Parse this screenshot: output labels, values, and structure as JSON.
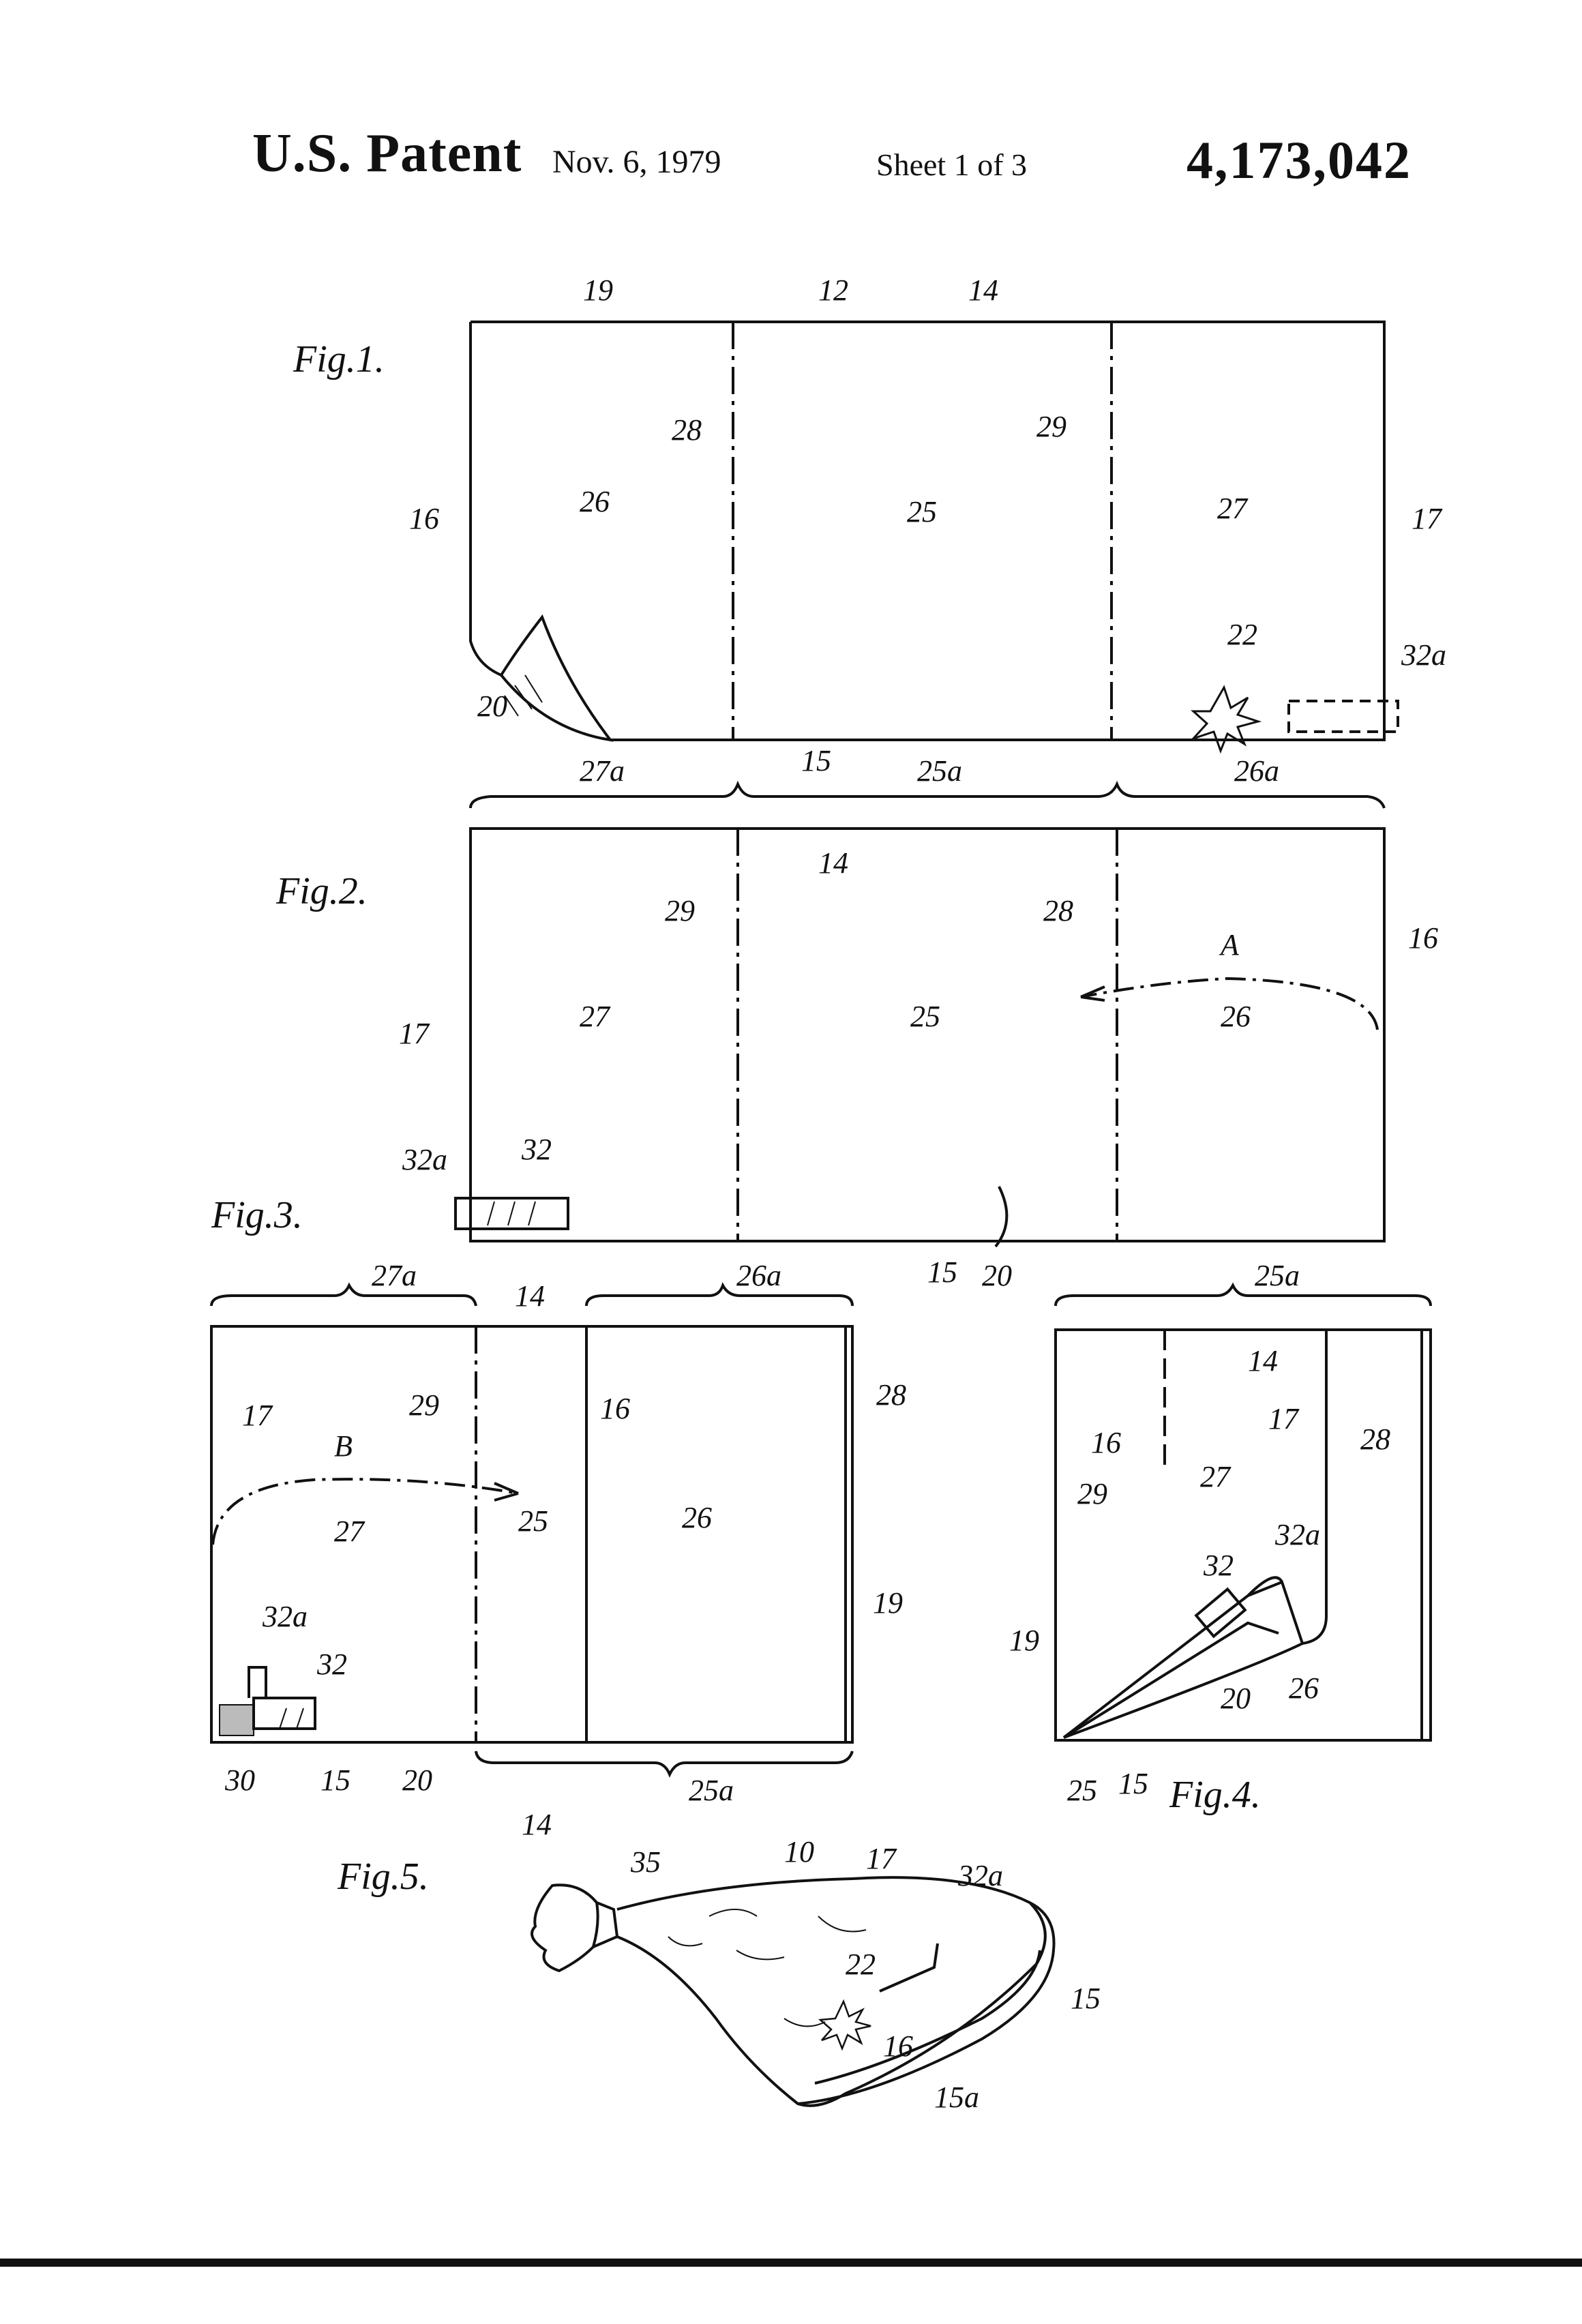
{
  "header": {
    "title": "U.S. Patent",
    "date": "Nov. 6, 1979",
    "sheet": "Sheet 1 of 3",
    "number": "4,173,042"
  },
  "figures": {
    "fig1": {
      "label": "Fig.1.",
      "refs": {
        "r19": "19",
        "r12": "12",
        "r14": "14",
        "r28": "28",
        "r29": "29",
        "r16": "16",
        "r26": "26",
        "r25": "25",
        "r27": "27",
        "r17": "17",
        "r22": "22",
        "r32a": "32a",
        "r20": "20",
        "r15": "15"
      }
    },
    "fig2": {
      "label": "Fig.2.",
      "refs": {
        "r27a": "27a",
        "r25a": "25a",
        "r26a": "26a",
        "r14": "14",
        "r29": "29",
        "r28": "28",
        "r16": "16",
        "rA": "A",
        "r17": "17",
        "r27": "27",
        "r25": "25",
        "r26": "26",
        "r32a": "32a",
        "r32": "32",
        "r15": "15",
        "r20": "20"
      }
    },
    "fig3": {
      "label": "Fig.3.",
      "refs": {
        "r27a": "27a",
        "r14": "14",
        "r26a": "26a",
        "r17": "17",
        "r29": "29",
        "r16": "16",
        "r28": "28",
        "rB": "B",
        "r25": "25",
        "r26": "26",
        "r27": "27",
        "r19": "19",
        "r32a": "32a",
        "r32": "32",
        "r30": "30",
        "r15": "15",
        "r20": "20",
        "r25a": "25a"
      }
    },
    "fig4": {
      "label": "Fig.4.",
      "refs": {
        "r25a": "25a",
        "r14": "14",
        "r16": "16",
        "r17": "17",
        "r28": "28",
        "r29": "29",
        "r27": "27",
        "r32a": "32a",
        "r32": "32",
        "r19": "19",
        "r20": "20",
        "r26": "26",
        "r25": "25",
        "r15": "15"
      }
    },
    "fig5": {
      "label": "Fig.5.",
      "refs": {
        "r14": "14",
        "r35": "35",
        "r10": "10",
        "r17": "17",
        "r32a": "32a",
        "r22": "22",
        "r16": "16",
        "r15": "15",
        "r15a": "15a"
      }
    }
  }
}
